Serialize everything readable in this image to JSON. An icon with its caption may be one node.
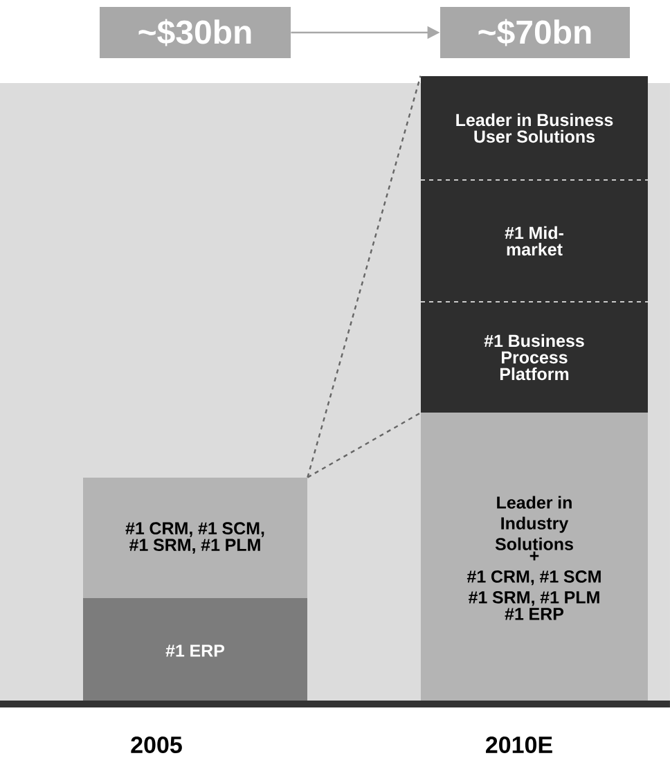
{
  "diagram": {
    "nodes": [
      {
        "text": [
          "~$30bn"
        ]
      },
      {
        "text": [
          "~$70bn"
        ]
      },
      {
        "text": [
          "#1 CRM, #1 SCM, #1 SRM, #1 PLM"
        ]
      },
      {
        "text": [
          "#1 ERP"
        ]
      },
      {
        "text": [
          "Leader in Business User Solutions"
        ]
      },
      {
        "text": [
          "#1 Mid-market"
        ]
      },
      {
        "text": [
          "#1 Business Process Platform"
        ]
      },
      {
        "text": [
          "Leader in Industry Solutions",
          "+",
          "#1 CRM, #1 SCM",
          "#1 SRM, #1 PLM",
          "#1 ERP"
        ]
      }
    ],
    "edges": [
      {
        "from": 0,
        "to": 1,
        "arrow": "to"
      },
      {
        "from": 2,
        "to": 4,
        "arrow": "none",
        "style": "dashed"
      },
      {
        "from": 2,
        "to": 6,
        "arrow": "none",
        "style": "dashed"
      }
    ],
    "labels": [
      "2005",
      "2010E"
    ]
  }
}
